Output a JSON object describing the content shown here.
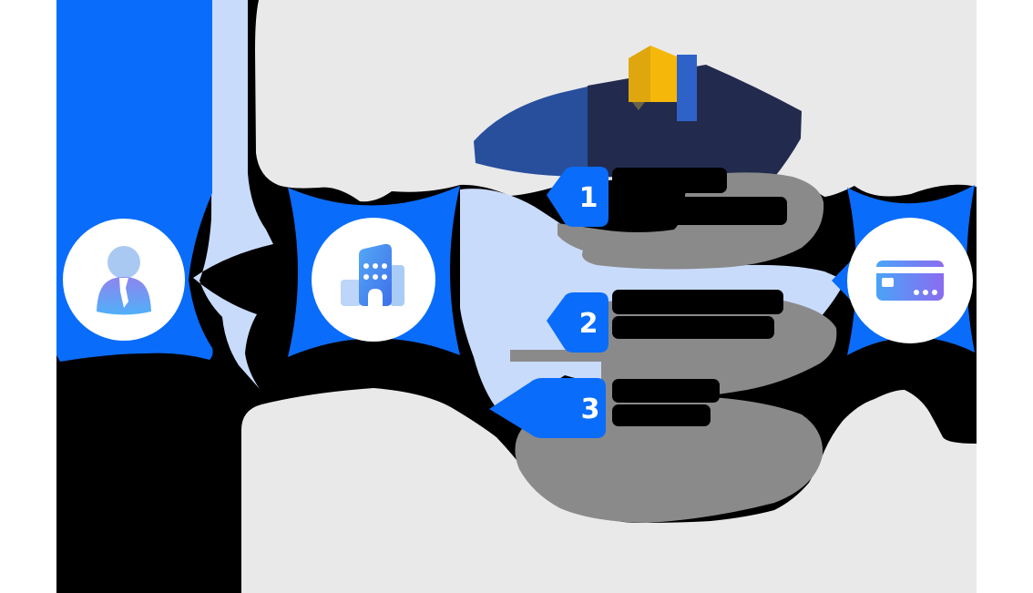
{
  "graphic": {
    "type": "payment-flow-diagram",
    "steps": {
      "one": "1",
      "two": "2",
      "three": "3"
    },
    "node_icons": [
      "person-icon",
      "company-building-icon",
      "credit-card-icon"
    ],
    "logo_icon": "yellow-cube-logo-icon",
    "colors": {
      "accent_blue": "#0a6cfa",
      "ribbon_light_blue": "#c9dbfb",
      "panel_gray": "#e9e9ea",
      "glow_gray": "#8a8a8a",
      "logo_navy": "#222b4e",
      "logo_blue": "#274f9c",
      "logo_yellow": "#f5b70a",
      "logo_mustard": "#dfa70d",
      "cube_blue": "#2f62c8",
      "white": "#ffffff",
      "background": "#000000"
    }
  }
}
